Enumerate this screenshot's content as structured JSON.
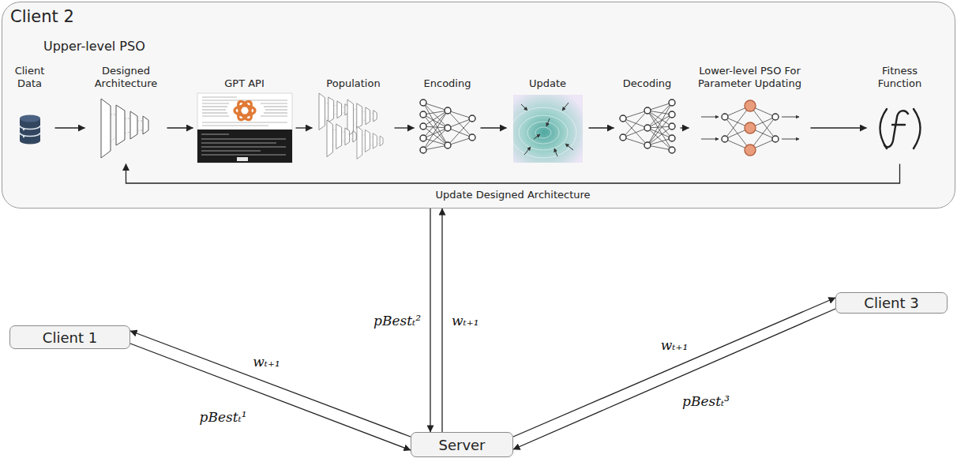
{
  "diagram": {
    "nodes": [
      {
        "text": [
          "Client 2",
          "Upper-level PSO"
        ]
      },
      {
        "text": [
          "Client Data"
        ],
        "in": 0
      },
      {
        "text": [
          "Designed Architecture"
        ],
        "in": 0
      },
      {
        "text": [
          "GPT API"
        ],
        "in": 0
      },
      {
        "text": [
          "Population"
        ],
        "in": 0
      },
      {
        "text": [
          "Encoding"
        ],
        "in": 0
      },
      {
        "text": [
          "Update"
        ],
        "in": 0
      },
      {
        "text": [
          "Decoding"
        ],
        "in": 0
      },
      {
        "text": [
          "Lower-level PSO For Parameter Updating"
        ],
        "in": 0
      },
      {
        "text": [
          "Fitness Function"
        ],
        "in": 0
      },
      {
        "text": [
          "Client 1"
        ]
      },
      {
        "text": [
          "Client 3"
        ]
      },
      {
        "text": [
          "Server"
        ]
      }
    ],
    "edges": [
      {
        "from": 1,
        "to": 2,
        "arrow": "to"
      },
      {
        "from": 2,
        "to": 3,
        "arrow": "to"
      },
      {
        "from": 3,
        "to": 4,
        "arrow": "to"
      },
      {
        "from": 4,
        "to": 5,
        "arrow": "to"
      },
      {
        "from": 5,
        "to": 6,
        "arrow": "to"
      },
      {
        "from": 6,
        "to": 7,
        "arrow": "to"
      },
      {
        "from": 7,
        "to": 8,
        "arrow": "to"
      },
      {
        "from": 8,
        "to": 9,
        "arrow": "to"
      },
      {
        "from": 9,
        "to": 2,
        "label": "Update Designed Architecture",
        "arrow": "to"
      },
      {
        "from": 12,
        "to": 10,
        "label": "wₜ₊₁",
        "arrow": "to"
      },
      {
        "from": 10,
        "to": 12,
        "label": "pBestₜ¹",
        "arrow": "to"
      },
      {
        "from": 0,
        "to": 12,
        "label": "pBestₜ²",
        "arrow": "to"
      },
      {
        "from": 12,
        "to": 0,
        "label": "wₜ₊₁",
        "arrow": "to"
      },
      {
        "from": 12,
        "to": 11,
        "label": "wₜ₊₁",
        "arrow": "to"
      },
      {
        "from": 11,
        "to": 12,
        "label": "pBestₜ³",
        "arrow": "to"
      }
    ]
  }
}
